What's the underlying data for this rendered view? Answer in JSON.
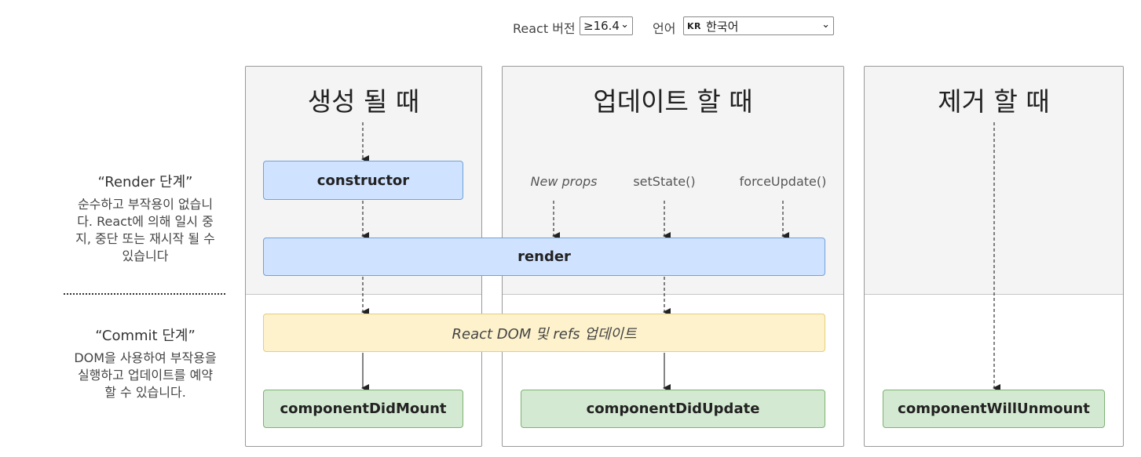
{
  "toolbar": {
    "version_label": "React 버전",
    "version_value": "≥16.4",
    "language_label": "언어",
    "language_flag": "KR",
    "language_value": "한국어"
  },
  "phases": {
    "render": {
      "title": "“Render 단계”",
      "description": "순수하고 부작용이 없습니다. React에 의해 일시 중지, 중단 또는 재시작 될 수 있습니다"
    },
    "commit": {
      "title": "“Commit 단계”",
      "description": "DOM을 사용하여 부작용을 실행하고 업데이트를 예약 할 수 있습니다."
    }
  },
  "columns": {
    "mounting": {
      "title": "생성 될 때"
    },
    "updating": {
      "title": "업데이트 할 때"
    },
    "unmounting": {
      "title": "제거 할 때"
    }
  },
  "triggers": {
    "new_props": "New props",
    "set_state": "setState()",
    "force_update": "forceUpdate()"
  },
  "methods": {
    "constructor": "constructor",
    "render": "render",
    "react_dom_update": "React DOM 및 refs 업데이트",
    "did_mount": "componentDidMount",
    "did_update": "componentDidUpdate",
    "will_unmount": "componentWillUnmount"
  }
}
